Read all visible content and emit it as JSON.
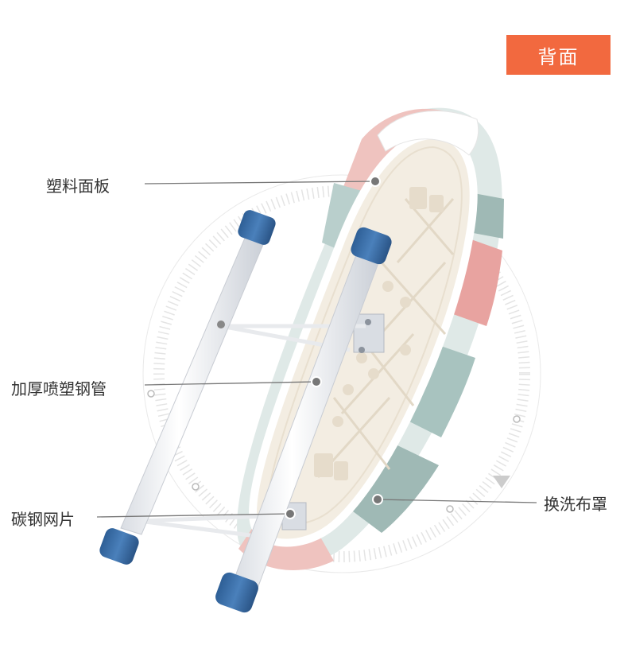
{
  "badge": {
    "text": "背面",
    "color": "#f2693f"
  },
  "labels": {
    "plastic_panel": "塑料面板",
    "thick_coated_pipe": "加厚喷塑钢管",
    "carbon_steel_mesh": "碳钢网片",
    "washable_cover": "换洗布罩"
  },
  "colors": {
    "leg_cap": "#3a6fa8",
    "cover_pink": "#e8a3a0",
    "cover_teal": "#9fb9b5",
    "panel": "#f3ede2",
    "callout_line": "#777777"
  },
  "icons": [
    "callout-dot-icon",
    "play-triangle-icon"
  ]
}
